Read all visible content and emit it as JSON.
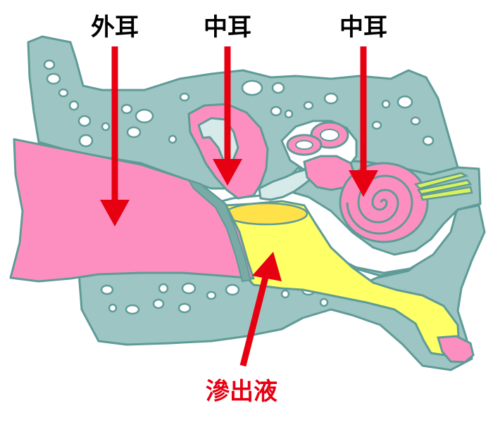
{
  "labels": {
    "outer_ear": "外耳",
    "middle_ear": "中耳",
    "inner_region": "中耳",
    "effusion": "滲出液"
  },
  "colors": {
    "bone": "#9cc5c3",
    "bone_outline": "#5f9b97",
    "canal": "#fd8fc0",
    "canal_outline": "#5f9b97",
    "effusion": "#ffff66",
    "effusion_surface": "#ffe14a",
    "nerve": "#d9f25a",
    "ossicle": "#d7eaea",
    "arrow": "#e60012",
    "label_text": "#000000",
    "label_red": "#e60012"
  }
}
